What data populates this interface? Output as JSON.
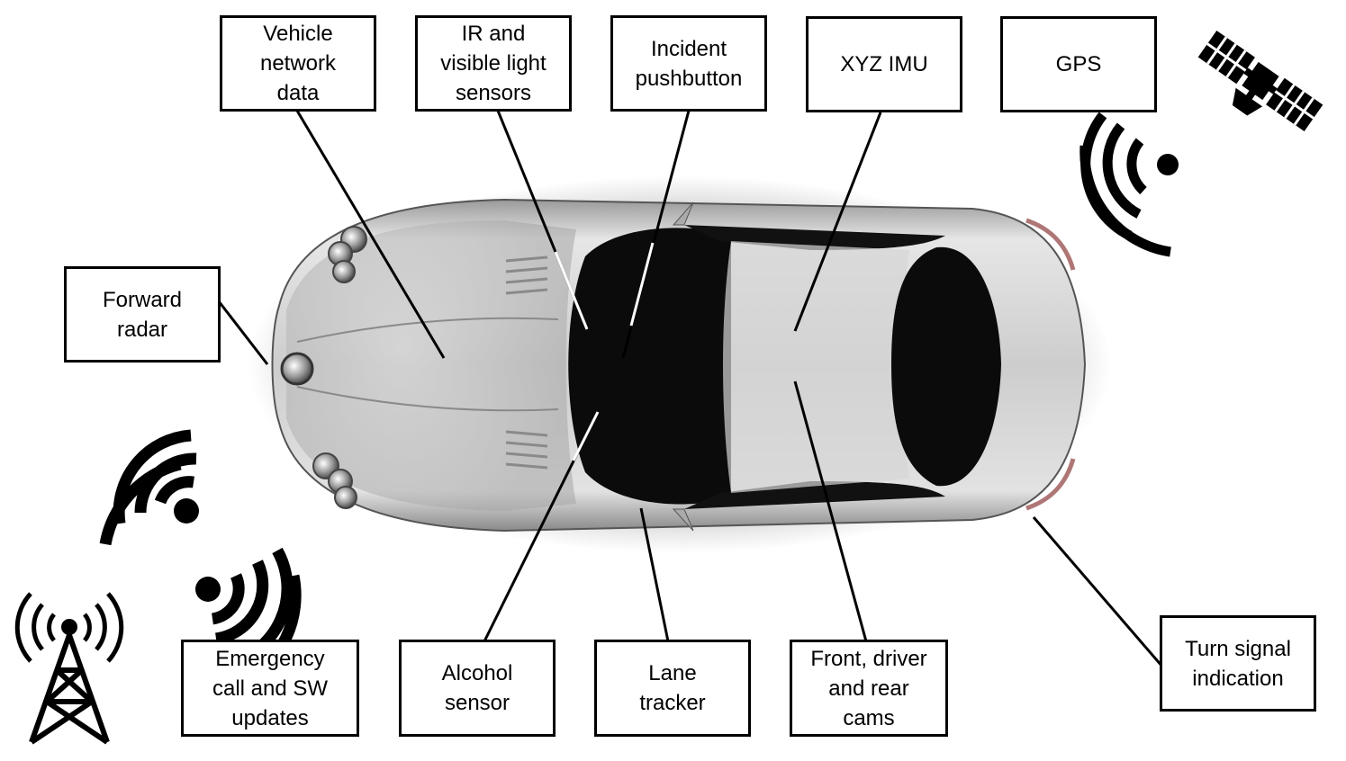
{
  "labels": {
    "vehicle_network": "Vehicle\nnetwork\ndata",
    "ir_sensors": "IR and\nvisible light\nsensors",
    "incident": "Incident\npushbutton",
    "imu": "XYZ IMU",
    "gps": "GPS",
    "forward_radar": "Forward\nradar",
    "emergency": "Emergency\ncall and SW\nupdates",
    "alcohol": "Alcohol\nsensor",
    "lane": "Lane\ntracker",
    "cams": "Front, driver\nand rear\ncams",
    "turn_signal": "Turn signal\nindication"
  },
  "icons": {
    "satellite": "satellite-icon",
    "gps_signal": "signal-waves-icon",
    "cell_tower": "cell-tower-icon",
    "cellular_signal": "wireless-signal-icon",
    "car": "sports-car-top-view"
  },
  "colors": {
    "stroke": "#000000",
    "car_body": "#cfcfcf",
    "glass": "#0b0b0b"
  }
}
